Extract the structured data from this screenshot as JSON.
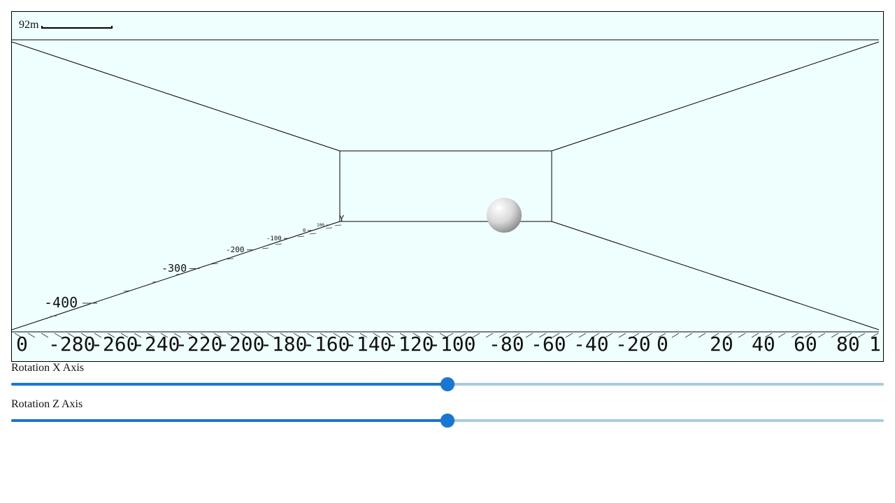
{
  "viewport": {
    "scale_label": "92m",
    "background_color": "#effffe",
    "x_axis_ticks": [
      "0",
      "-280",
      "-260",
      "-240",
      "-220",
      "-200",
      "-180",
      "-160",
      "-140",
      "-120",
      "-100",
      "-80",
      "-60",
      "-40",
      "-20",
      "0",
      "20",
      "40",
      "60",
      "80",
      "1"
    ],
    "y_axis_ticks": [
      "-400",
      "-300",
      "-200",
      "-100",
      "0",
      "100"
    ],
    "y_axis_label": "Y"
  },
  "sliders": [
    {
      "label": "Rotation X Axis",
      "value_fraction": 0.5,
      "color": "#1976d2",
      "track_color": "#a6cde0"
    },
    {
      "label": "Rotation Z Axis",
      "value_fraction": 0.5,
      "color": "#1976d2",
      "track_color": "#a6cde0"
    }
  ]
}
